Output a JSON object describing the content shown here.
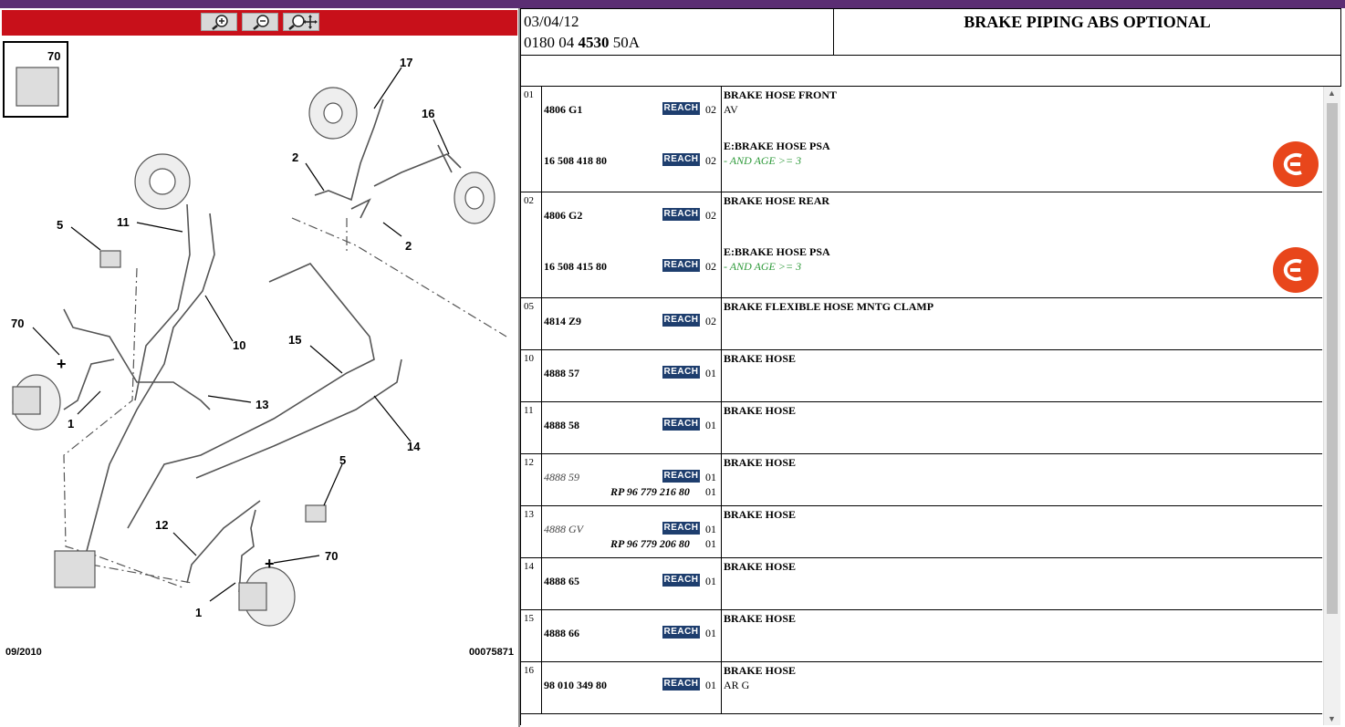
{
  "toolbar": {
    "zoom_in_icon": "zoom-in-icon",
    "zoom_out_icon": "zoom-out-icon",
    "zoom_pan_icon": "zoom-pan-icon"
  },
  "diagram": {
    "callouts": [
      "70",
      "17",
      "16",
      "2",
      "2",
      "11",
      "5",
      "10",
      "70",
      "1",
      "13",
      "15",
      "14",
      "5",
      "12",
      "70",
      "1"
    ],
    "footer_date": "09/2010",
    "footer_id": "00075871"
  },
  "header": {
    "date": "03/04/12",
    "code_prefix": "0180 04",
    "code_bold": "4530",
    "code_suffix": "50A",
    "title": "BRAKE PIPING ABS OPTIONAL"
  },
  "reach_label": "REACH",
  "rows": [
    {
      "ref": "01",
      "items": [
        {
          "part": "4806 G1",
          "qty": "02",
          "desc": "BRAKE HOSE FRONT",
          "sub": "AV"
        },
        {
          "part": "16 508 418 80",
          "qty": "02",
          "desc": "E:BRAKE HOSE PSA",
          "cond": "- AND AGE >= 3",
          "logo": "eurorepar-logo-icon"
        }
      ]
    },
    {
      "ref": "02",
      "items": [
        {
          "part": "4806 G2",
          "qty": "02",
          "desc": "BRAKE HOSE REAR"
        },
        {
          "part": "16 508 415 80",
          "qty": "02",
          "desc": "E:BRAKE HOSE PSA",
          "cond": "- AND AGE >= 3",
          "logo": "eurorepar-logo-icon"
        }
      ]
    },
    {
      "ref": "05",
      "part": "4814 Z9",
      "qty": "02",
      "desc": "BRAKE FLEXIBLE HOSE MNTG CLAMP"
    },
    {
      "ref": "10",
      "part": "4888 57",
      "qty": "01",
      "desc": "BRAKE HOSE"
    },
    {
      "ref": "11",
      "part": "4888 58",
      "qty": "01",
      "desc": "BRAKE HOSE"
    },
    {
      "ref": "12",
      "part": "4888 59",
      "rp": "RP 96 779 216 80",
      "qty": "01",
      "qty2": "01",
      "desc": "BRAKE HOSE"
    },
    {
      "ref": "13",
      "part": "4888 GV",
      "rp": "RP 96 779 206 80",
      "qty": "01",
      "qty2": "01",
      "desc": "BRAKE HOSE"
    },
    {
      "ref": "14",
      "part": "4888 65",
      "qty": "01",
      "desc": "BRAKE HOSE"
    },
    {
      "ref": "15",
      "part": "4888 66",
      "qty": "01",
      "desc": "BRAKE HOSE"
    },
    {
      "ref": "16",
      "part": "98 010 349 80",
      "qty": "01",
      "desc": "BRAKE HOSE",
      "sub": "AR G"
    }
  ]
}
